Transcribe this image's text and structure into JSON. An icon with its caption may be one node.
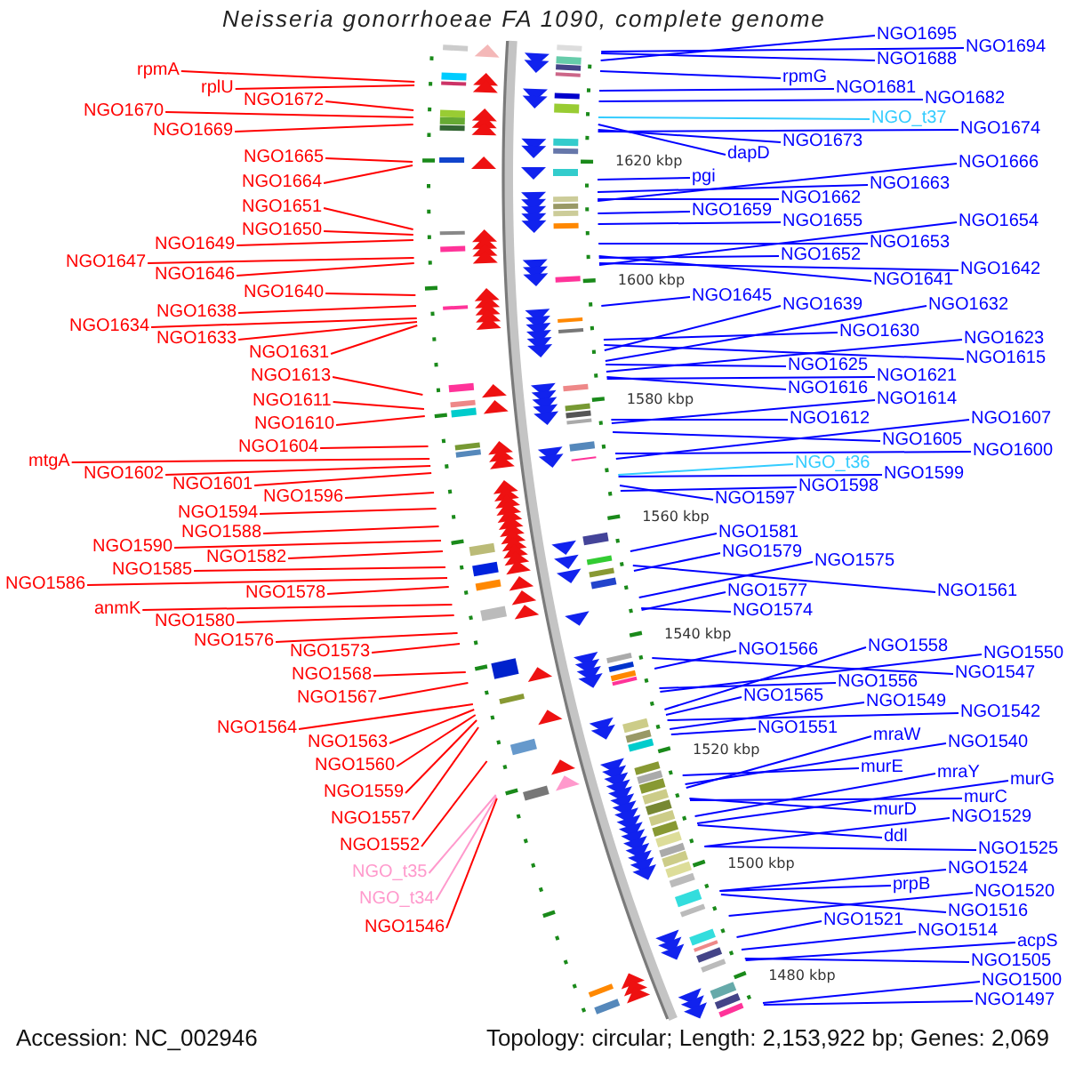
{
  "diagram": {
    "title": "Neisseria gonorrhoeae FA 1090, complete genome",
    "nodes": [
      {
        "text": [
          "rpmA"
        ]
      },
      {
        "text": [
          "rplU"
        ]
      },
      {
        "text": [
          "NGO1670"
        ]
      },
      {
        "text": [
          "NGO1672"
        ]
      },
      {
        "text": [
          "NGO1669"
        ]
      },
      {
        "text": [
          "NGO1665"
        ]
      },
      {
        "text": [
          "NGO1664"
        ]
      },
      {
        "text": [
          "NGO1651"
        ]
      },
      {
        "text": [
          "NGO1650"
        ]
      },
      {
        "text": [
          "NGO1649"
        ]
      },
      {
        "text": [
          "NGO1647"
        ]
      },
      {
        "text": [
          "NGO1646"
        ]
      },
      {
        "text": [
          "NGO1640"
        ]
      },
      {
        "text": [
          "NGO1638"
        ]
      },
      {
        "text": [
          "NGO1634"
        ]
      },
      {
        "text": [
          "NGO1633"
        ]
      },
      {
        "text": [
          "NGO1631"
        ]
      },
      {
        "text": [
          "NGO1613"
        ]
      },
      {
        "text": [
          "NGO1611"
        ]
      },
      {
        "text": [
          "NGO1610"
        ]
      },
      {
        "text": [
          "NGO1604"
        ]
      },
      {
        "text": [
          "mtgA"
        ]
      },
      {
        "text": [
          "NGO1602"
        ]
      },
      {
        "text": [
          "NGO1601"
        ]
      },
      {
        "text": [
          "NGO1596"
        ]
      },
      {
        "text": [
          "NGO1594"
        ]
      },
      {
        "text": [
          "NGO1588"
        ]
      },
      {
        "text": [
          "NGO1590"
        ]
      },
      {
        "text": [
          "NGO1582"
        ]
      },
      {
        "text": [
          "NGO1585"
        ]
      },
      {
        "text": [
          "NGO1586"
        ]
      },
      {
        "text": [
          "NGO1578"
        ]
      },
      {
        "text": [
          "anmK"
        ]
      },
      {
        "text": [
          "NGO1580"
        ]
      },
      {
        "text": [
          "NGO1576"
        ]
      },
      {
        "text": [
          "NGO1573"
        ]
      },
      {
        "text": [
          "NGO1568"
        ]
      },
      {
        "text": [
          "NGO1567"
        ]
      },
      {
        "text": [
          "NGO1564"
        ]
      },
      {
        "text": [
          "NGO1563"
        ]
      },
      {
        "text": [
          "NGO1560"
        ]
      },
      {
        "text": [
          "NGO1559"
        ]
      },
      {
        "text": [
          "NGO1557"
        ]
      },
      {
        "text": [
          "NGO1552"
        ]
      },
      {
        "text": [
          "NGO_t35"
        ]
      },
      {
        "text": [
          "NGO_t34"
        ]
      },
      {
        "text": [
          "NGO1546"
        ]
      },
      {
        "text": [
          "NGO1695"
        ]
      },
      {
        "text": [
          "NGO1694"
        ]
      },
      {
        "text": [
          "NGO1688"
        ]
      },
      {
        "text": [
          "rpmG"
        ]
      },
      {
        "text": [
          "NGO1681"
        ]
      },
      {
        "text": [
          "NGO1682"
        ]
      },
      {
        "text": [
          "NGO1673"
        ]
      },
      {
        "text": [
          "NGO_t37"
        ]
      },
      {
        "text": [
          "NGO1674"
        ]
      },
      {
        "text": [
          "pgi"
        ]
      },
      {
        "text": [
          "dapD"
        ]
      },
      {
        "text": [
          "NGO1666"
        ]
      },
      {
        "text": [
          "NGO1662"
        ]
      },
      {
        "text": [
          "NGO1663"
        ]
      },
      {
        "text": [
          "NGO1659"
        ]
      },
      {
        "text": [
          "NGO1655"
        ]
      },
      {
        "text": [
          "NGO1653"
        ]
      },
      {
        "text": [
          "NGO1654"
        ]
      },
      {
        "text": [
          "NGO1652"
        ]
      },
      {
        "text": [
          "NGO1645"
        ]
      },
      {
        "text": [
          "NGO1641"
        ]
      },
      {
        "text": [
          "NGO1642"
        ]
      },
      {
        "text": [
          "NGO1639"
        ]
      },
      {
        "text": [
          "NGO1630"
        ]
      },
      {
        "text": [
          "NGO1632"
        ]
      },
      {
        "text": [
          "NGO1623"
        ]
      },
      {
        "text": [
          "NGO1625"
        ]
      },
      {
        "text": [
          "NGO1621"
        ]
      },
      {
        "text": [
          "NGO1615"
        ]
      },
      {
        "text": [
          "NGO1616"
        ]
      },
      {
        "text": [
          "NGO1614"
        ]
      },
      {
        "text": [
          "NGO1612"
        ]
      },
      {
        "text": [
          "NGO1607"
        ]
      },
      {
        "text": [
          "NGO1605"
        ]
      },
      {
        "text": [
          "NGO1600"
        ]
      },
      {
        "text": [
          "NGO_t36"
        ]
      },
      {
        "text": [
          "NGO1599"
        ]
      },
      {
        "text": [
          "NGO1598"
        ]
      },
      {
        "text": [
          "NGO1597"
        ]
      },
      {
        "text": [
          "NGO1581"
        ]
      },
      {
        "text": [
          "NGO1579"
        ]
      },
      {
        "text": [
          "NGO1577"
        ]
      },
      {
        "text": [
          "NGO1575"
        ]
      },
      {
        "text": [
          "NGO1574"
        ]
      },
      {
        "text": [
          "NGO1566"
        ]
      },
      {
        "text": [
          "NGO1561"
        ]
      },
      {
        "text": [
          "NGO1558"
        ]
      },
      {
        "text": [
          "NGO1565"
        ]
      },
      {
        "text": [
          "NGO1556"
        ]
      },
      {
        "text": [
          "NGO1550"
        ]
      },
      {
        "text": [
          "NGO1547"
        ]
      },
      {
        "text": [
          "NGO1551"
        ]
      },
      {
        "text": [
          "NGO1549"
        ]
      },
      {
        "text": [
          "NGO1542"
        ]
      },
      {
        "text": [
          "mraW"
        ]
      },
      {
        "text": [
          "NGO1540"
        ]
      },
      {
        "text": [
          "murE"
        ]
      },
      {
        "text": [
          "mraY"
        ]
      },
      {
        "text": [
          "murG"
        ]
      },
      {
        "text": [
          "murD"
        ]
      },
      {
        "text": [
          "murC"
        ]
      },
      {
        "text": [
          "NGO1529"
        ]
      },
      {
        "text": [
          "ddl"
        ]
      },
      {
        "text": [
          "NGO1525"
        ]
      },
      {
        "text": [
          "prpB"
        ]
      },
      {
        "text": [
          "NGO1524"
        ]
      },
      {
        "text": [
          "NGO1520"
        ]
      },
      {
        "text": [
          "NGO1516"
        ]
      },
      {
        "text": [
          "NGO1521"
        ]
      },
      {
        "text": [
          "NGO1514"
        ]
      },
      {
        "text": [
          "acpS"
        ]
      },
      {
        "text": [
          "NGO1505"
        ]
      },
      {
        "text": [
          "NGO1500"
        ]
      },
      {
        "text": [
          "NGO1497"
        ]
      }
    ],
    "edges": [
      {
        "from": 0,
        "to": null,
        "arrow": "none",
        "color": "#ff0000"
      },
      {
        "from": 1,
        "to": null,
        "arrow": "none",
        "color": "#ff0000"
      },
      {
        "from": 2,
        "to": null,
        "arrow": "none",
        "color": "#ff0000"
      },
      {
        "from": 3,
        "to": null,
        "arrow": "none",
        "color": "#ff0000"
      },
      {
        "from": 4,
        "to": null,
        "arrow": "none",
        "color": "#ff0000"
      },
      {
        "from": 5,
        "to": null,
        "arrow": "none",
        "color": "#ff0000"
      },
      {
        "from": 6,
        "to": null,
        "arrow": "none",
        "color": "#ff0000"
      },
      {
        "from": 7,
        "to": null,
        "arrow": "none",
        "color": "#ff0000"
      },
      {
        "from": 8,
        "to": null,
        "arrow": "none",
        "color": "#ff0000"
      },
      {
        "from": 9,
        "to": null,
        "arrow": "none",
        "color": "#ff0000"
      },
      {
        "from": 10,
        "to": null,
        "arrow": "none",
        "color": "#ff0000"
      },
      {
        "from": 11,
        "to": null,
        "arrow": "none",
        "color": "#ff0000"
      },
      {
        "from": 12,
        "to": null,
        "arrow": "none",
        "color": "#ff0000"
      },
      {
        "from": 13,
        "to": null,
        "arrow": "none",
        "color": "#ff0000"
      },
      {
        "from": 14,
        "to": null,
        "arrow": "none",
        "color": "#ff0000"
      },
      {
        "from": 15,
        "to": null,
        "arrow": "none",
        "color": "#ff0000"
      },
      {
        "from": 16,
        "to": null,
        "arrow": "none",
        "color": "#ff0000"
      },
      {
        "from": 17,
        "to": null,
        "arrow": "none",
        "color": "#ff0000"
      },
      {
        "from": 18,
        "to": null,
        "arrow": "none",
        "color": "#ff0000"
      },
      {
        "from": 19,
        "to": null,
        "arrow": "none",
        "color": "#ff0000"
      },
      {
        "from": 20,
        "to": null,
        "arrow": "none",
        "color": "#ff0000"
      },
      {
        "from": 21,
        "to": null,
        "arrow": "none",
        "color": "#ff0000"
      },
      {
        "from": 22,
        "to": null,
        "arrow": "none",
        "color": "#ff0000"
      },
      {
        "from": 23,
        "to": null,
        "arrow": "none",
        "color": "#ff0000"
      },
      {
        "from": 24,
        "to": null,
        "arrow": "none",
        "color": "#ff0000"
      },
      {
        "from": 25,
        "to": null,
        "arrow": "none",
        "color": "#ff0000"
      },
      {
        "from": 26,
        "to": null,
        "arrow": "none",
        "color": "#ff0000"
      },
      {
        "from": 27,
        "to": null,
        "arrow": "none",
        "color": "#ff0000"
      },
      {
        "from": 28,
        "to": null,
        "arrow": "none",
        "color": "#ff0000"
      },
      {
        "from": 29,
        "to": null,
        "arrow": "none",
        "color": "#ff0000"
      },
      {
        "from": 30,
        "to": null,
        "arrow": "none",
        "color": "#ff0000"
      },
      {
        "from": 31,
        "to": null,
        "arrow": "none",
        "color": "#ff0000"
      },
      {
        "from": 32,
        "to": null,
        "arrow": "none",
        "color": "#ff0000"
      },
      {
        "from": 33,
        "to": null,
        "arrow": "none",
        "color": "#ff0000"
      },
      {
        "from": 34,
        "to": null,
        "arrow": "none",
        "color": "#ff0000"
      },
      {
        "from": 35,
        "to": null,
        "arrow": "none",
        "color": "#ff0000"
      },
      {
        "from": 36,
        "to": null,
        "arrow": "none",
        "color": "#ff0000"
      },
      {
        "from": 37,
        "to": null,
        "arrow": "none",
        "color": "#ff0000"
      },
      {
        "from": 38,
        "to": null,
        "arrow": "none",
        "color": "#ff0000"
      },
      {
        "from": 39,
        "to": null,
        "arrow": "none",
        "color": "#ff0000"
      },
      {
        "from": 40,
        "to": null,
        "arrow": "none",
        "color": "#ff0000"
      },
      {
        "from": 41,
        "to": null,
        "arrow": "none",
        "color": "#ff0000"
      },
      {
        "from": 42,
        "to": null,
        "arrow": "none",
        "color": "#ff0000"
      },
      {
        "from": 43,
        "to": null,
        "arrow": "none",
        "color": "#ff0000"
      },
      {
        "from": 44,
        "to": null,
        "arrow": "none",
        "color": "#ff99cc"
      },
      {
        "from": 45,
        "to": null,
        "arrow": "none",
        "color": "#ff99cc"
      },
      {
        "from": 46,
        "to": null,
        "arrow": "none",
        "color": "#ff0000"
      },
      {
        "from": 47,
        "to": null,
        "arrow": "none"
      },
      {
        "from": 48,
        "to": null,
        "arrow": "none"
      },
      {
        "from": 49,
        "to": null,
        "arrow": "none"
      },
      {
        "from": 50,
        "to": null,
        "arrow": "none"
      },
      {
        "from": 51,
        "to": null,
        "arrow": "none"
      },
      {
        "from": 52,
        "to": null,
        "arrow": "none"
      },
      {
        "from": 53,
        "to": null,
        "arrow": "none"
      },
      {
        "from": 54,
        "to": null,
        "arrow": "none",
        "color": "#33ccff"
      },
      {
        "from": 55,
        "to": null,
        "arrow": "none"
      },
      {
        "from": 56,
        "to": null,
        "arrow": "none"
      },
      {
        "from": 57,
        "to": null,
        "arrow": "none"
      },
      {
        "from": 58,
        "to": null,
        "arrow": "none"
      },
      {
        "from": 59,
        "to": null,
        "arrow": "none"
      },
      {
        "from": 60,
        "to": null,
        "arrow": "none"
      },
      {
        "from": 61,
        "to": null,
        "arrow": "none"
      },
      {
        "from": 62,
        "to": null,
        "arrow": "none"
      },
      {
        "from": 63,
        "to": null,
        "arrow": "none"
      },
      {
        "from": 64,
        "to": null,
        "arrow": "none"
      },
      {
        "from": 65,
        "to": null,
        "arrow": "none"
      },
      {
        "from": 66,
        "to": null,
        "arrow": "none"
      },
      {
        "from": 67,
        "to": null,
        "arrow": "none"
      },
      {
        "from": 68,
        "to": null,
        "arrow": "none"
      },
      {
        "from": 69,
        "to": null,
        "arrow": "none"
      },
      {
        "from": 70,
        "to": null,
        "arrow": "none"
      },
      {
        "from": 71,
        "to": null,
        "arrow": "none"
      },
      {
        "from": 72,
        "to": null,
        "arrow": "none"
      },
      {
        "from": 73,
        "to": null,
        "arrow": "none"
      },
      {
        "from": 74,
        "to": null,
        "arrow": "none"
      },
      {
        "from": 75,
        "to": null,
        "arrow": "none"
      },
      {
        "from": 76,
        "to": null,
        "arrow": "none"
      },
      {
        "from": 77,
        "to": null,
        "arrow": "none"
      },
      {
        "from": 78,
        "to": null,
        "arrow": "none"
      },
      {
        "from": 79,
        "to": null,
        "arrow": "none"
      },
      {
        "from": 80,
        "to": null,
        "arrow": "none"
      },
      {
        "from": 81,
        "to": null,
        "arrow": "none"
      },
      {
        "from": 82,
        "to": null,
        "arrow": "none",
        "color": "#33ccff"
      },
      {
        "from": 83,
        "to": null,
        "arrow": "none"
      },
      {
        "from": 84,
        "to": null,
        "arrow": "none"
      },
      {
        "from": 85,
        "to": null,
        "arrow": "none"
      },
      {
        "from": 86,
        "to": null,
        "arrow": "none"
      },
      {
        "from": 87,
        "to": null,
        "arrow": "none"
      },
      {
        "from": 88,
        "to": null,
        "arrow": "none"
      },
      {
        "from": 89,
        "to": null,
        "arrow": "none"
      },
      {
        "from": 90,
        "to": null,
        "arrow": "none"
      },
      {
        "from": 91,
        "to": null,
        "arrow": "none"
      },
      {
        "from": 92,
        "to": null,
        "arrow": "none"
      },
      {
        "from": 93,
        "to": null,
        "arrow": "none"
      },
      {
        "from": 94,
        "to": null,
        "arrow": "none"
      },
      {
        "from": 95,
        "to": null,
        "arrow": "none"
      },
      {
        "from": 96,
        "to": null,
        "arrow": "none"
      },
      {
        "from": 97,
        "to": null,
        "arrow": "none"
      },
      {
        "from": 98,
        "to": null,
        "arrow": "none"
      },
      {
        "from": 99,
        "to": null,
        "arrow": "none"
      },
      {
        "from": 100,
        "to": null,
        "arrow": "none"
      },
      {
        "from": 101,
        "to": null,
        "arrow": "none"
      },
      {
        "from": 102,
        "to": null,
        "arrow": "none"
      },
      {
        "from": 103,
        "to": null,
        "arrow": "none"
      },
      {
        "from": 104,
        "to": null,
        "arrow": "none"
      },
      {
        "from": 105,
        "to": null,
        "arrow": "none"
      },
      {
        "from": 106,
        "to": null,
        "arrow": "none"
      },
      {
        "from": 107,
        "to": null,
        "arrow": "none"
      },
      {
        "from": 108,
        "to": null,
        "arrow": "none"
      },
      {
        "from": 109,
        "to": null,
        "arrow": "none"
      },
      {
        "from": 110,
        "to": null,
        "arrow": "none"
      },
      {
        "from": 111,
        "to": null,
        "arrow": "none"
      },
      {
        "from": 112,
        "to": null,
        "arrow": "none"
      },
      {
        "from": 113,
        "to": null,
        "arrow": "none"
      },
      {
        "from": 114,
        "to": null,
        "arrow": "none"
      },
      {
        "from": 115,
        "to": null,
        "arrow": "none"
      },
      {
        "from": 116,
        "to": null,
        "arrow": "none"
      },
      {
        "from": 117,
        "to": null,
        "arrow": "none"
      },
      {
        "from": 118,
        "to": null,
        "arrow": "none"
      },
      {
        "from": 119,
        "to": null,
        "arrow": "none"
      },
      {
        "from": 120,
        "to": null,
        "arrow": "none"
      }
    ],
    "labels": [
      "1620 kbp",
      "1600 kbp",
      "1580 kbp",
      "1560 kbp",
      "1540 kbp",
      "1520 kbp",
      "1500 kbp",
      "1480 kbp",
      "Accession: NC_002946",
      "Topology: circular; Length: 2,153,922 bp; Genes: 2,069"
    ]
  }
}
